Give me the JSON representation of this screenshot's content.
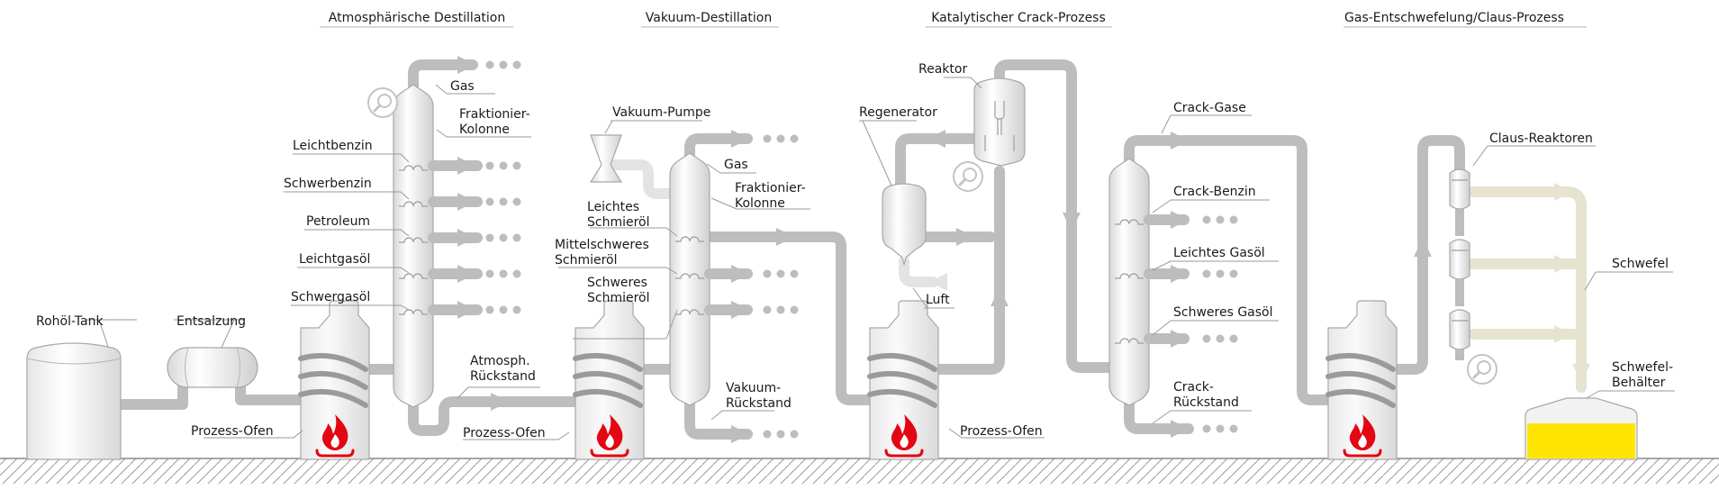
{
  "sections": {
    "atm": "Atmosphärische Destillation",
    "vak": "Vakuum-Destillation",
    "cat": "Katalytischer Crack-Prozess",
    "gas": "Gas-Entschwefelung/Claus-Prozess"
  },
  "labels": {
    "rohoel_tank": "Rohöl-Tank",
    "entsalzung": "Entsalzung",
    "prozess_ofen_1": "Prozess-Ofen",
    "prozess_ofen_2": "Prozess-Ofen",
    "prozess_ofen_3": "Prozess-Ofen",
    "gas_1": "Gas",
    "frakt_1a": "Fraktionier-",
    "frakt_1b": "Kolonne",
    "leichtbenzin": "Leichtbenzin",
    "schwerbenzin": "Schwerbenzin",
    "petroleum": "Petroleum",
    "leichtgasoel": "Leichtgasöl",
    "schwergasoel": "Schwergasöl",
    "atm_rueck_a": "Atmosph.",
    "atm_rueck_b": "Rückstand",
    "vakuum_pumpe": "Vakuum-Pumpe",
    "gas_2": "Gas",
    "frakt_2a": "Fraktionier-",
    "frakt_2b": "Kolonne",
    "leichtes_a": "Leichtes",
    "leichtes_b": "Schmieröl",
    "mittel_a": "Mittelschweres",
    "mittel_b": "Schmieröl",
    "schweres_a": "Schweres",
    "schweres_b": "Schmieröl",
    "vak_rueck_a": "Vakuum-",
    "vak_rueck_b": "Rückstand",
    "reaktor": "Reaktor",
    "regenerator": "Regenerator",
    "luft": "Luft",
    "crack_gase": "Crack-Gase",
    "crack_benzin": "Crack-Benzin",
    "leichtes_gasoel": "Leichtes Gasöl",
    "schweres_gasoel": "Schweres Gasöl",
    "crack_rueck_a": "Crack-",
    "crack_rueck_b": "Rückstand",
    "claus_reaktoren": "Claus-Reaktoren",
    "schwefel": "Schwefel",
    "schwefel_beh_a": "Schwefel-",
    "schwefel_beh_b": "Behälter"
  },
  "colors": {
    "pipe": "#bdbdbd",
    "sulfur_pipe": "#e6e3cf",
    "sulfur": "#ffe600",
    "flame": "#e30613"
  },
  "icons": [
    "magnifier-icon",
    "flame-icon"
  ]
}
